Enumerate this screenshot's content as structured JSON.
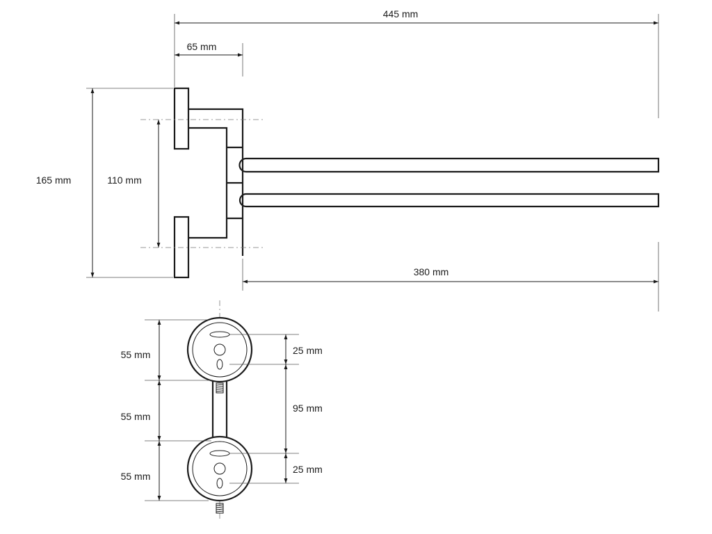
{
  "top_view": {
    "dim_overall": "445 mm",
    "dim_arm_offset": "65 mm",
    "dim_total_height": "165 mm",
    "dim_mount_spacing": "110 mm",
    "dim_bar_length": "380 mm"
  },
  "side_view": {
    "dim_upper_spacing": "55 mm",
    "dim_middle_spacing": "55 mm",
    "dim_lower_spacing": "55 mm",
    "dim_upper_hole": "25 mm",
    "dim_center_gap": "95 mm",
    "dim_lower_hole": "25 mm"
  }
}
